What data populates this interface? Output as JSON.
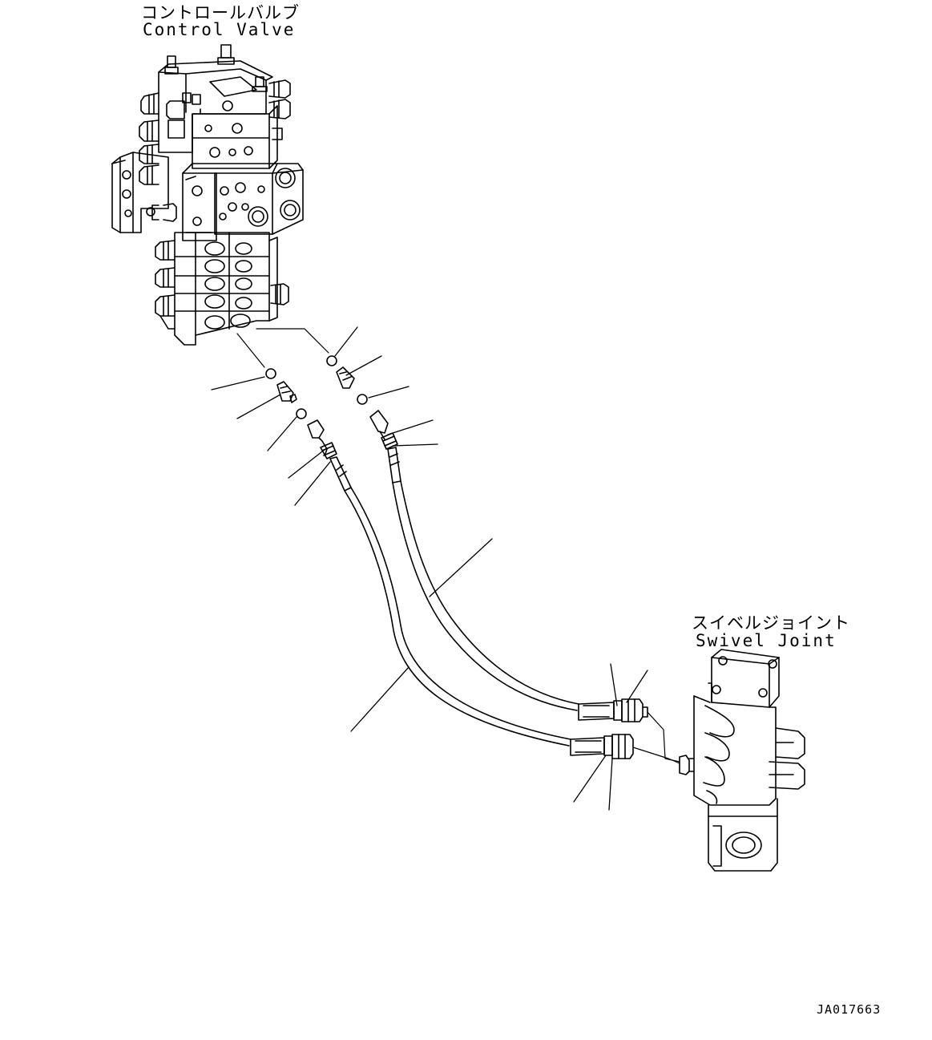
{
  "labels": {
    "control_valve_jp": "コントロールバルブ",
    "control_valve_en": "Control Valve",
    "swivel_joint_jp": "スイベルジョイント",
    "swivel_joint_en": "Swivel Joint",
    "drawing_code": "JA017663"
  },
  "colors": {
    "line": "#000000",
    "background": "#ffffff"
  }
}
